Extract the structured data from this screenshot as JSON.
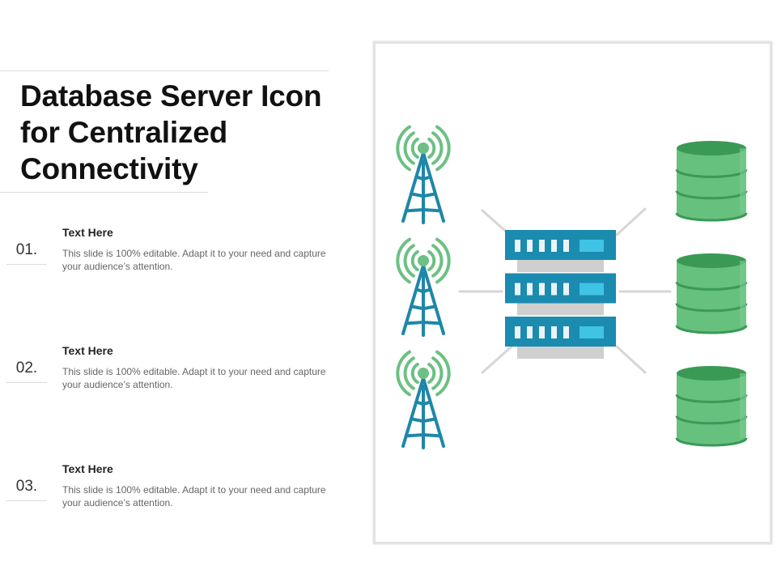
{
  "slide": {
    "title": "Database Server Icon for Centralized Connectivity",
    "items": [
      {
        "number": "01.",
        "heading": "Text Here",
        "body": "This slide is 100% editable.  Adapt it to your need and capture your audience’s attention."
      },
      {
        "number": "02.",
        "heading": "Text Here",
        "body": "This slide is 100% editable.  Adapt it to your need and capture your audience’s attention."
      },
      {
        "number": "03.",
        "heading": "Text Here",
        "body": "This slide is 100% editable.  Adapt it to your need and capture your audience’s attention."
      }
    ]
  },
  "illustration": {
    "towers": [
      "antenna-tower",
      "antenna-tower",
      "antenna-tower"
    ],
    "server": {
      "units": 3,
      "leds_per_unit": 5
    },
    "databases": [
      "database",
      "database",
      "database"
    ],
    "colors": {
      "tower_blue": "#1f87a8",
      "signal_green": "#6cc083",
      "server_blue": "#1b8bb0",
      "server_display": "#3fc4e6",
      "server_shadow": "#cfcfcf",
      "db_green": "#66c07e",
      "db_dark": "#3a9a55",
      "connector": "#d6d6d6"
    }
  }
}
